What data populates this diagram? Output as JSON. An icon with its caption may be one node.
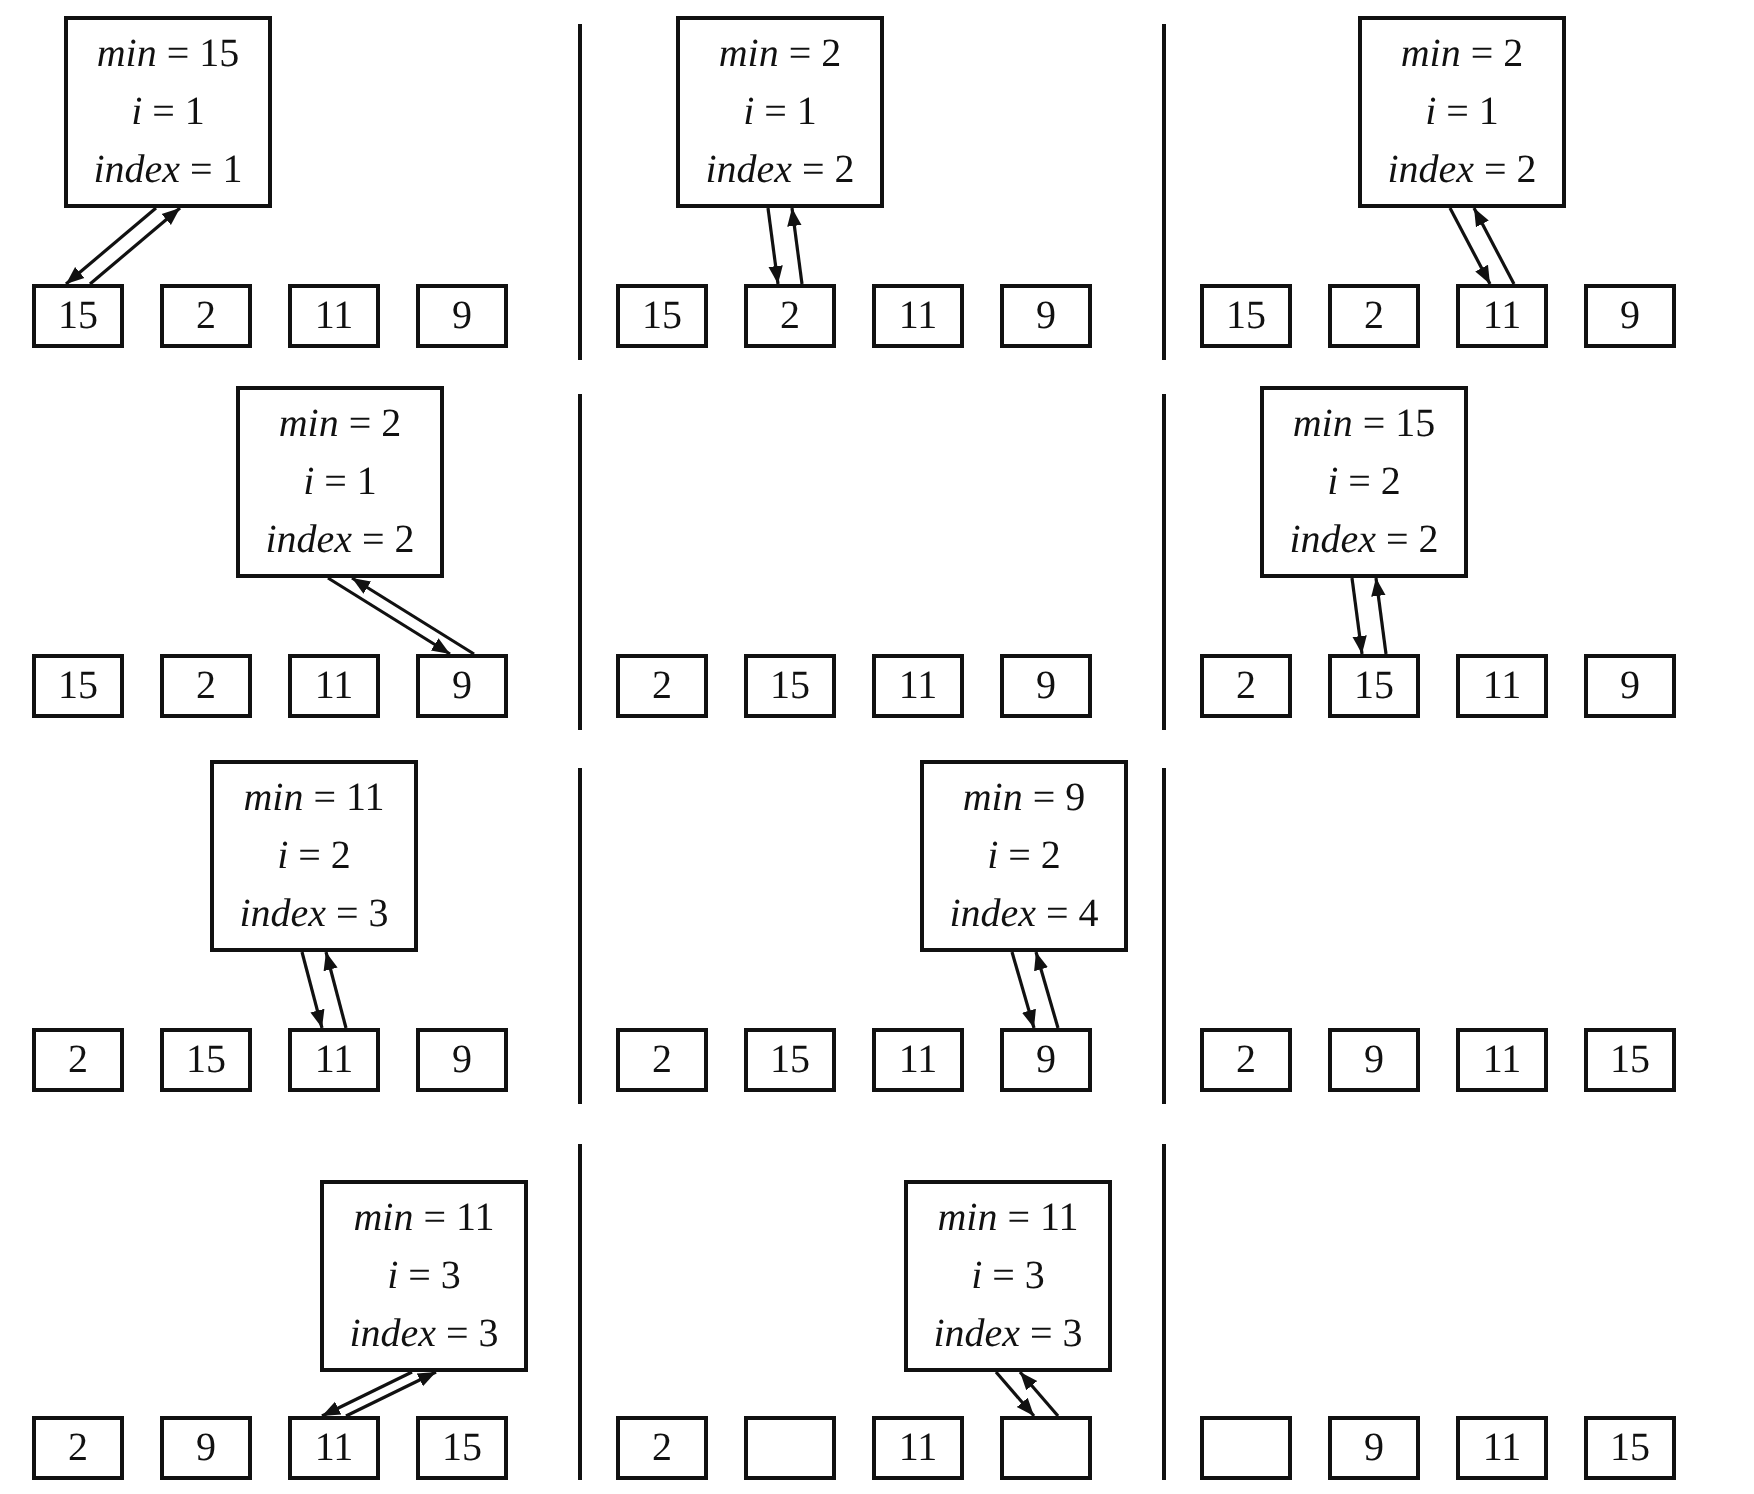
{
  "diagram": {
    "nodes": [
      {
        "text": [
          "*min* = 15",
          "*i* = 1",
          "*index* = 1"
        ]
      },
      {
        "text": [
          "15"
        ]
      },
      {
        "text": [
          "2"
        ]
      },
      {
        "text": [
          "11"
        ]
      },
      {
        "text": [
          "9"
        ]
      },
      {
        "text": [
          "*min* = 2",
          "*i* = 1",
          "*index* = 2"
        ]
      },
      {
        "text": [
          "15"
        ]
      },
      {
        "text": [
          "2"
        ]
      },
      {
        "text": [
          "11"
        ]
      },
      {
        "text": [
          "9"
        ]
      },
      {
        "text": [
          "*min* = 2",
          "*i* = 1",
          "*index* = 2"
        ]
      },
      {
        "text": [
          "15"
        ]
      },
      {
        "text": [
          "2"
        ]
      },
      {
        "text": [
          "11"
        ]
      },
      {
        "text": [
          "9"
        ]
      },
      {
        "text": [
          "*min* = 2",
          "*i* = 1",
          "*index* = 2"
        ]
      },
      {
        "text": [
          "15"
        ]
      },
      {
        "text": [
          "2"
        ]
      },
      {
        "text": [
          "11"
        ]
      },
      {
        "text": [
          "9"
        ]
      },
      {
        "text": [
          "2"
        ]
      },
      {
        "text": [
          "15"
        ]
      },
      {
        "text": [
          "11"
        ]
      },
      {
        "text": [
          "9"
        ]
      },
      {
        "text": [
          "*min* = 15",
          "*i* = 2",
          "*index* = 2"
        ]
      },
      {
        "text": [
          "2"
        ]
      },
      {
        "text": [
          "15"
        ]
      },
      {
        "text": [
          "11"
        ]
      },
      {
        "text": [
          "9"
        ]
      },
      {
        "text": [
          "*min* = 11",
          "*i* = 2",
          "*index* = 3"
        ]
      },
      {
        "text": [
          "2"
        ]
      },
      {
        "text": [
          "15"
        ]
      },
      {
        "text": [
          "11"
        ]
      },
      {
        "text": [
          "9"
        ]
      },
      {
        "text": [
          "*min* = 9",
          "*i* = 2",
          "*index* = 4"
        ]
      },
      {
        "text": [
          "2"
        ]
      },
      {
        "text": [
          "15"
        ]
      },
      {
        "text": [
          "11"
        ]
      },
      {
        "text": [
          "9"
        ]
      },
      {
        "text": [
          "2"
        ]
      },
      {
        "text": [
          "9"
        ]
      },
      {
        "text": [
          "11"
        ]
      },
      {
        "text": [
          "15"
        ]
      },
      {
        "text": [
          "*min* = 11",
          "*i* = 3",
          "*index* = 3"
        ]
      },
      {
        "text": [
          "2"
        ]
      },
      {
        "text": [
          "9"
        ]
      },
      {
        "text": [
          "11"
        ]
      },
      {
        "text": [
          "15"
        ]
      },
      {
        "text": [
          "*min* = 11",
          "*i* = 3",
          "*index* = 3"
        ]
      },
      {
        "text": [
          "2"
        ]
      },
      {
        "text": [],
        "shape": "box"
      },
      {
        "text": [
          "11"
        ]
      },
      {
        "text": [],
        "shape": "box"
      },
      {
        "text": [],
        "shape": "box"
      },
      {
        "text": [
          "9"
        ]
      },
      {
        "text": [
          "11"
        ]
      },
      {
        "text": [
          "15"
        ]
      }
    ],
    "edges": [
      {
        "from": 0,
        "to": 1,
        "arrow": "to"
      },
      {
        "from": 1,
        "to": 0,
        "arrow": "to"
      },
      {
        "from": 5,
        "to": 7,
        "arrow": "to"
      },
      {
        "from": 7,
        "to": 5,
        "arrow": "to"
      },
      {
        "from": 10,
        "to": 13,
        "arrow": "to"
      },
      {
        "from": 13,
        "to": 10,
        "arrow": "to"
      },
      {
        "from": 15,
        "to": 19,
        "arrow": "to"
      },
      {
        "from": 19,
        "to": 15,
        "arrow": "to"
      },
      {
        "from": 24,
        "to": 26,
        "arrow": "to"
      },
      {
        "from": 26,
        "to": 24,
        "arrow": "to"
      },
      {
        "from": 29,
        "to": 32,
        "arrow": "to"
      },
      {
        "from": 32,
        "to": 29,
        "arrow": "to"
      },
      {
        "from": 34,
        "to": 38,
        "arrow": "to"
      },
      {
        "from": 38,
        "to": 34,
        "arrow": "to"
      },
      {
        "from": 43,
        "to": 46,
        "arrow": "to"
      },
      {
        "from": 46,
        "to": 43,
        "arrow": "to"
      },
      {
        "from": 48,
        "to": 52,
        "arrow": "to"
      },
      {
        "from": 52,
        "to": 48,
        "arrow": "to"
      }
    ]
  }
}
